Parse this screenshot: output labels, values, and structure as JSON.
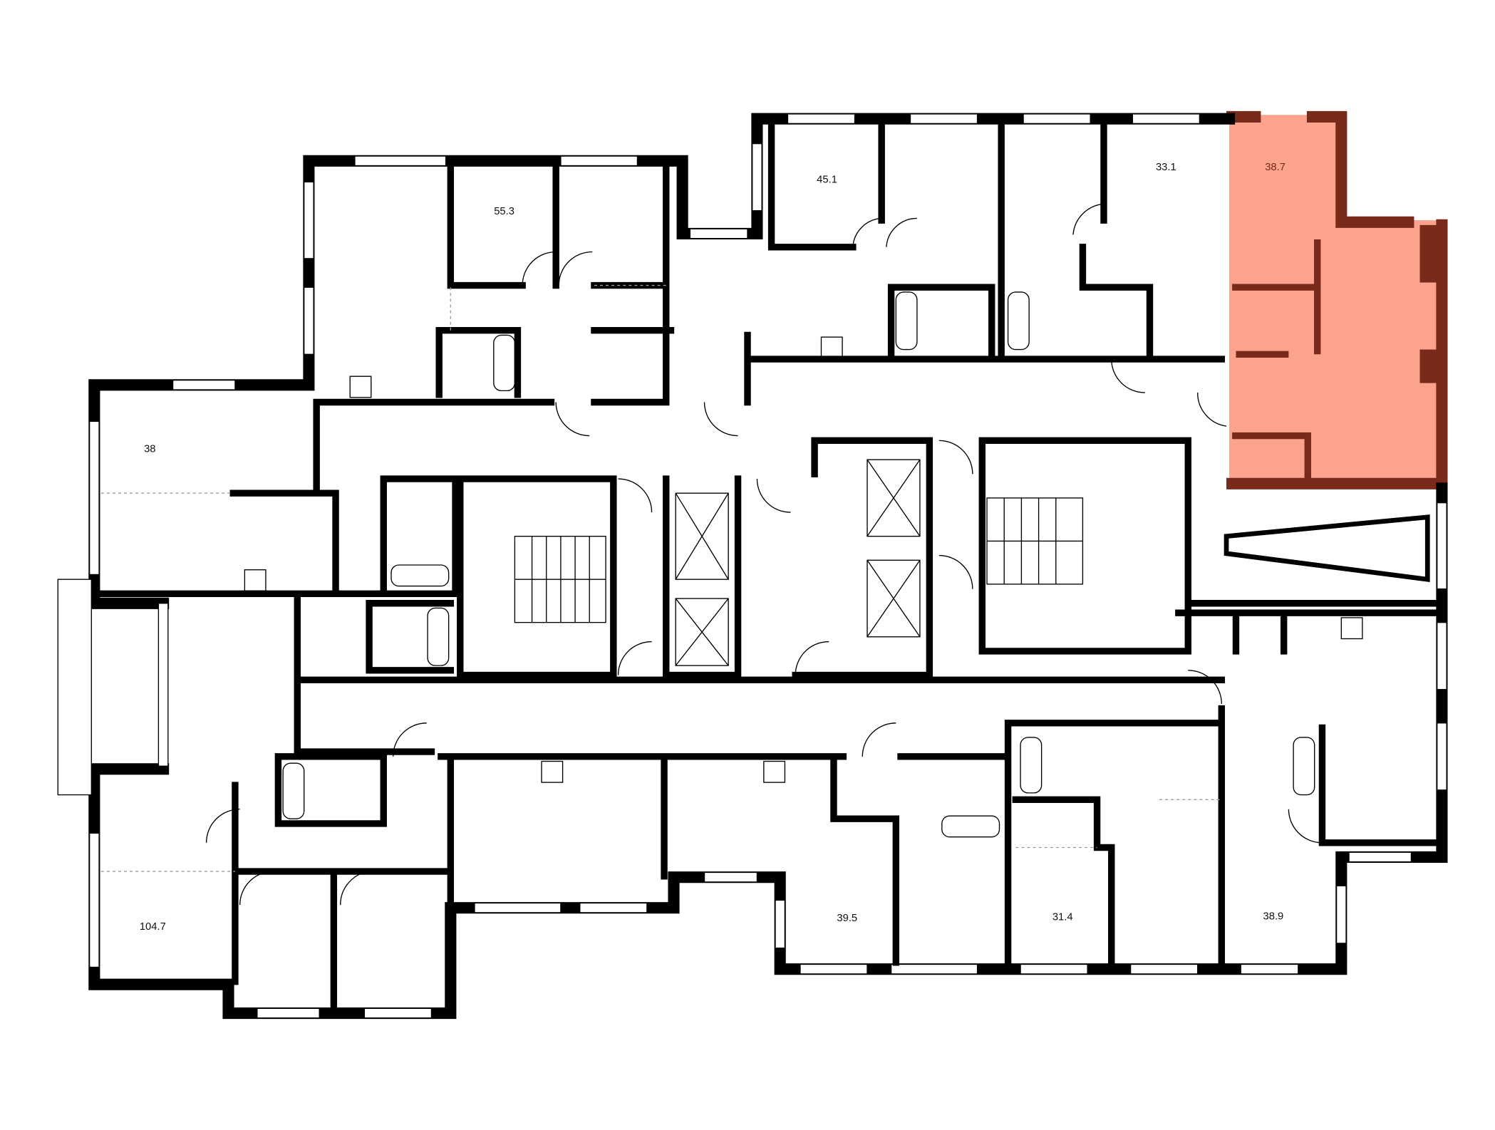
{
  "plan": {
    "highlight_color": "#FBA38C",
    "highlight_wall_color": "#7A2A1A",
    "apartments": [
      {
        "id": "a1",
        "area": "55.3"
      },
      {
        "id": "a2",
        "area": "45.1"
      },
      {
        "id": "a3",
        "area": "33.1"
      },
      {
        "id": "a4",
        "area": "38.7",
        "highlighted": true
      },
      {
        "id": "a5",
        "area": "38"
      },
      {
        "id": "a6",
        "area": "104.7"
      },
      {
        "id": "a7",
        "area": "39.5"
      },
      {
        "id": "a8",
        "area": "31.4"
      },
      {
        "id": "a9",
        "area": "38.9"
      }
    ]
  }
}
